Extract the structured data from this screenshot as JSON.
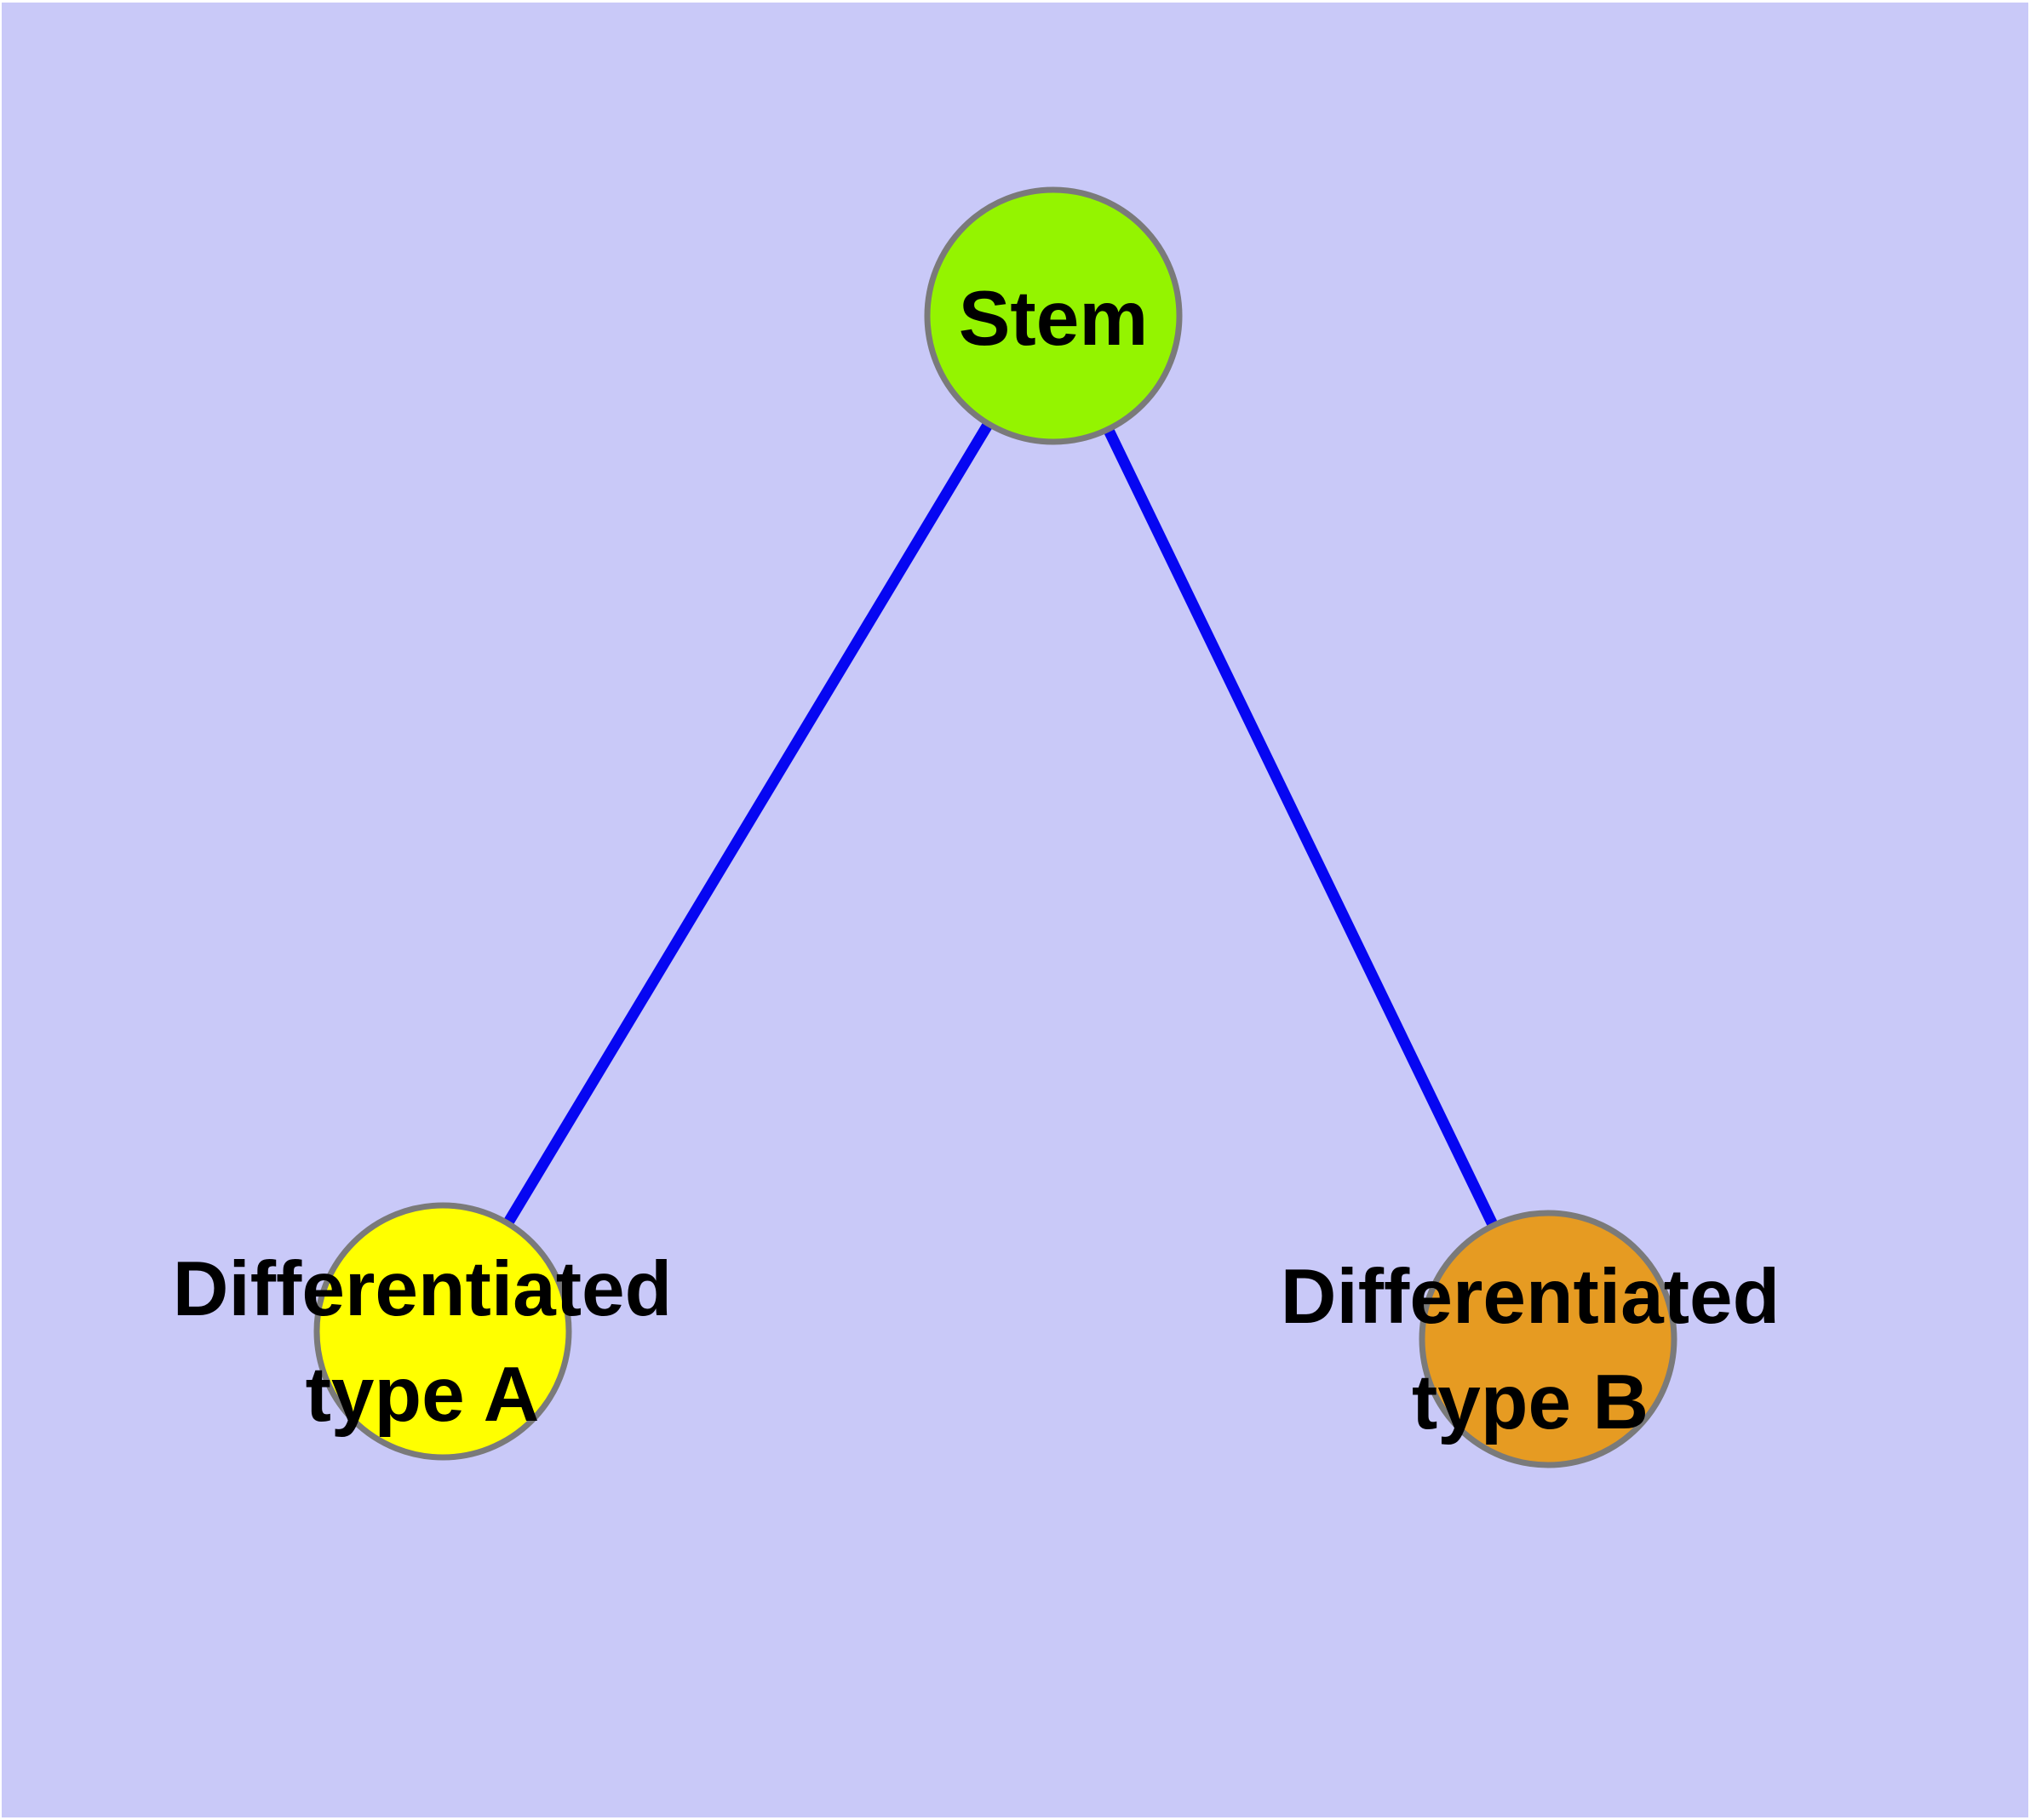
{
  "diagram": {
    "type": "node-link-graph",
    "colors": {
      "panel_background": "#c9c9f8",
      "page_margin": "#ffffff",
      "edge": "#0606f2",
      "node_border": "#7a7a7a",
      "label_text": "#000000"
    },
    "nodes": [
      {
        "id": "stem",
        "label": "Stem",
        "label_lines": [
          "Stem"
        ],
        "fill": "#94f400"
      },
      {
        "id": "differentiated-type-a",
        "label": "Differentiated type A",
        "label_lines": [
          "Differentiated",
          "type A"
        ],
        "fill": "#ffff00"
      },
      {
        "id": "differentiated-type-b",
        "label": "Differentiated type B",
        "label_lines": [
          "Differentiated",
          "type B"
        ],
        "fill": "#e69b22"
      }
    ],
    "edges": [
      {
        "from": "stem",
        "to": "differentiated-type-a"
      },
      {
        "from": "stem",
        "to": "differentiated-type-b"
      }
    ]
  }
}
